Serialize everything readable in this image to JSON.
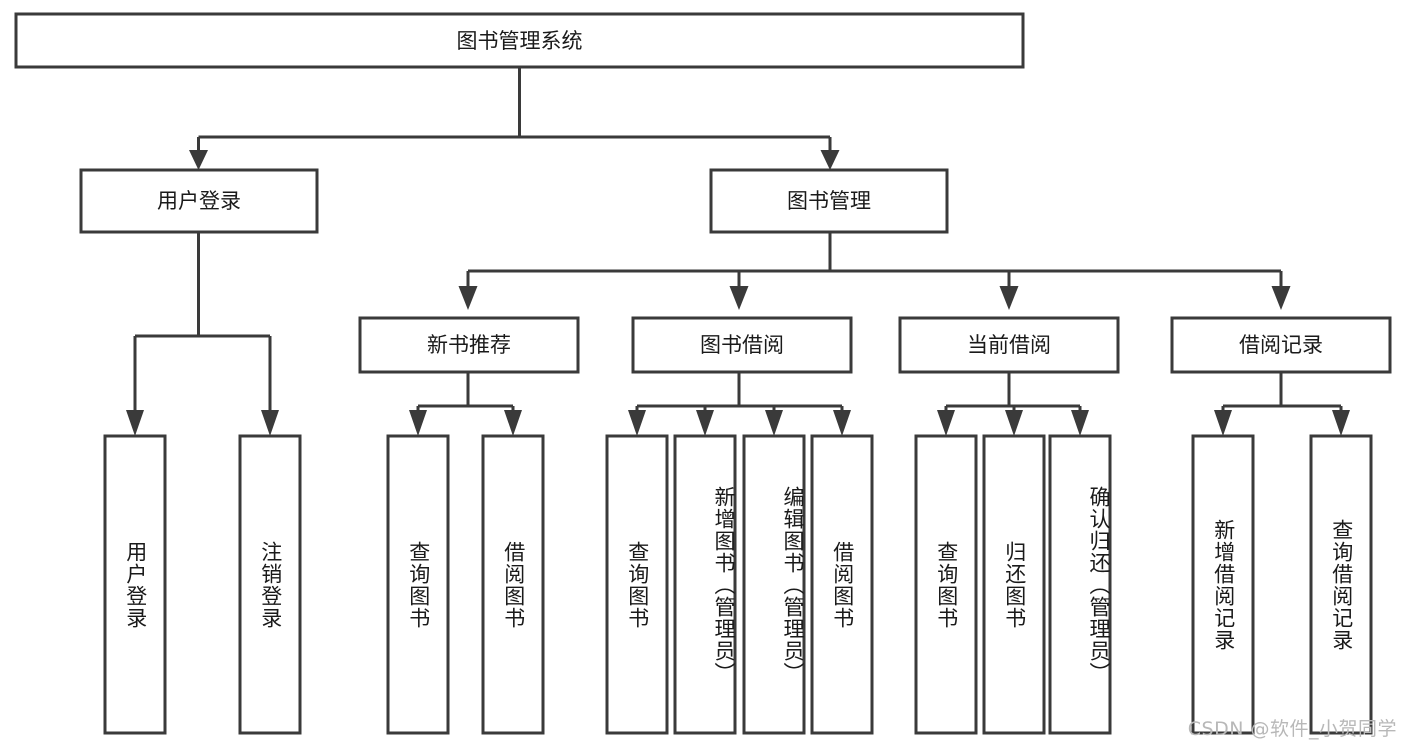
{
  "diagram": {
    "type": "tree-hierarchy-chart",
    "title": "图书管理系统",
    "watermark": "CSDN @软件_小贺同学",
    "colors": {
      "stroke": "#3a3a3a",
      "box_fill": "#ffffff",
      "text": "#1a1a1a",
      "background": "#ffffff",
      "watermark": "#b8b8b8"
    },
    "root": {
      "label": "图书管理系统"
    },
    "level2": [
      {
        "label": "用户登录"
      },
      {
        "label": "图书管理"
      }
    ],
    "level3": [
      {
        "label": "新书推荐"
      },
      {
        "label": "图书借阅"
      },
      {
        "label": "当前借阅"
      },
      {
        "label": "借阅记录"
      }
    ],
    "leaves": {
      "user_login": [
        {
          "label": "用户登录"
        },
        {
          "label": "注销登录"
        }
      ],
      "new_book_recommend": [
        {
          "label": "查询图书"
        },
        {
          "label": "借阅图书"
        }
      ],
      "book_borrow": [
        {
          "label": "查询图书"
        },
        {
          "label": "新增图书（管理员）"
        },
        {
          "label": "编辑图书（管理员）"
        },
        {
          "label": "借阅图书"
        }
      ],
      "current_borrow": [
        {
          "label": "查询图书"
        },
        {
          "label": "归还图书"
        },
        {
          "label": "确认归还（管理员）"
        }
      ],
      "borrow_record": [
        {
          "label": "新增借阅记录"
        },
        {
          "label": "查询借阅记录"
        }
      ]
    }
  }
}
